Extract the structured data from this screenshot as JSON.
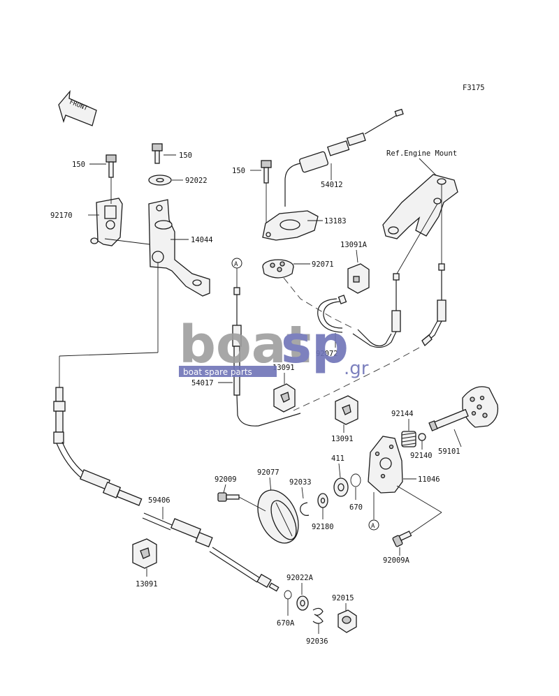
{
  "figure_code": "F3175",
  "front_label": "FRONT",
  "ref_label": "Ref.Engine Mount",
  "callout_marker": "A",
  "watermark": {
    "brand_left": "boat",
    "brand_right": "sp",
    "domain": ".gr",
    "tagline": "boat spare parts",
    "color_left": "#9e9e9e",
    "color_right": "#6f74b8"
  },
  "parts": {
    "p150_a": "150",
    "p150_b": "150",
    "p150_c": "150",
    "p92022": "92022",
    "p92170": "92170",
    "p14044": "14044",
    "p54012": "54012",
    "p13183": "13183",
    "p13091A": "13091A",
    "p92071": "92071",
    "p92072": "92072",
    "p13091_a": "13091",
    "p54017": "54017",
    "p13091_b": "13091",
    "p92144": "92144",
    "p92140": "92140",
    "p59101": "59101",
    "p411": "411",
    "p11046": "11046",
    "p92009": "92009",
    "p92077": "92077",
    "p92033": "92033",
    "p670": "670",
    "p92180": "92180",
    "p59406": "59406",
    "p13091_c": "13091",
    "p92009A": "92009A",
    "p92022A": "92022A",
    "p92015": "92015",
    "p670A": "670A",
    "p92036": "92036"
  }
}
